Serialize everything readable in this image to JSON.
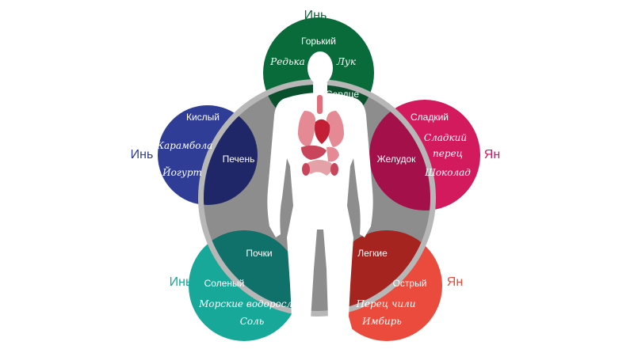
{
  "colors": {
    "bitter": "#0a6b3a",
    "sour": "#2f3d96",
    "sweet": "#d21a5c",
    "salty": "#17a89a",
    "spicy": "#ea4b3c",
    "overlap_bitter": "#08512c",
    "overlap_sour": "#1f2768",
    "overlap_sweet": "#a3104a",
    "overlap_salty": "#10706a",
    "overlap_spicy": "#a6241f",
    "big_circle_ring": "#b7b7b7",
    "big_circle_fill": "#8d8d8d",
    "body": "#ffffff",
    "yin_yang_bitter": "#0a6b3a",
    "yin_yang_sour": "#2f3d96",
    "yin_yang_sweet": "#d21a5c",
    "yin_yang_salty": "#17a89a",
    "yin_yang_spicy": "#ea4b3c"
  },
  "tastes": {
    "bitter": {
      "yinyang": "Инь",
      "taste": "Горький",
      "foods": [
        "Редька",
        "Лук"
      ],
      "organ": "Сердце"
    },
    "sour": {
      "yinyang": "Инь",
      "taste": "Кислый",
      "foods": [
        "Карамбола",
        "Йогурт"
      ],
      "organ": "Печень"
    },
    "sweet": {
      "yinyang": "Ян",
      "taste": "Сладкий",
      "foods": [
        "Сладкий",
        "перец",
        "Шоколад"
      ],
      "organ": "Желудок"
    },
    "salty": {
      "yinyang": "Инь",
      "taste": "Соленый",
      "foods": [
        "Морские водоросли",
        "Соль"
      ],
      "organ": "Почки"
    },
    "spicy": {
      "yinyang": "Ян",
      "taste": "Острый",
      "foods": [
        "Перец чили",
        "Имбирь"
      ],
      "organ": "Легкие"
    }
  },
  "icons": {
    "body": "human-body-silhouette-icon",
    "organs": "internal-organs-icon"
  }
}
